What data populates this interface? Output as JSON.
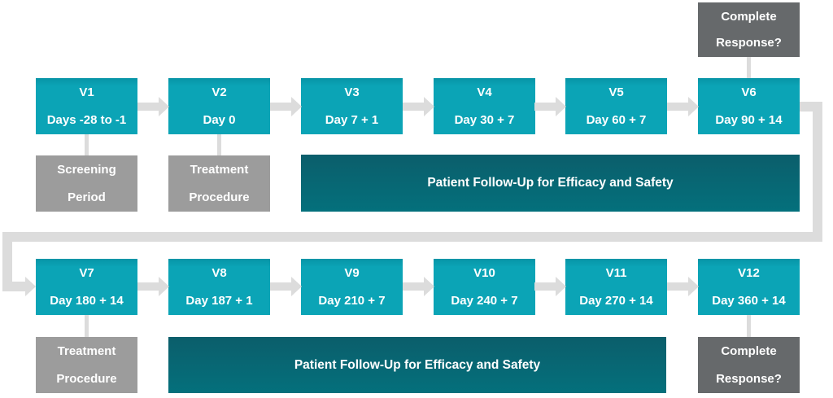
{
  "colors": {
    "teal": "#0ba4b6",
    "teal_edge": "#0794a6",
    "bar_top": "#0b5e6b",
    "bar_bottom": "#04707c",
    "gray": "#9c9c9c",
    "darkgray": "#66696b",
    "connector": "#dcdcdc",
    "text": "#ffffff"
  },
  "row1": {
    "visits": [
      {
        "id": "V1",
        "day": "Days -28 to -1"
      },
      {
        "id": "V2",
        "day": "Day 0"
      },
      {
        "id": "V3",
        "day": "Day 7 + 1"
      },
      {
        "id": "V4",
        "day": "Day 30 + 7"
      },
      {
        "id": "V5",
        "day": "Day 60 + 7"
      },
      {
        "id": "V6",
        "day": "Day 90 + 14"
      }
    ],
    "above_v6": {
      "line1": "Complete",
      "line2": "Response?"
    },
    "below_v1": {
      "line1": "Screening",
      "line2": "Period"
    },
    "below_v2": {
      "line1": "Treatment",
      "line2": "Procedure"
    },
    "followup_label": "Patient Follow-Up for Efficacy and Safety"
  },
  "row2": {
    "visits": [
      {
        "id": "V7",
        "day": "Day 180 + 14"
      },
      {
        "id": "V8",
        "day": "Day 187 + 1"
      },
      {
        "id": "V9",
        "day": "Day 210 + 7"
      },
      {
        "id": "V10",
        "day": "Day 240 + 7"
      },
      {
        "id": "V11",
        "day": "Day 270 + 14"
      },
      {
        "id": "V12",
        "day": "Day 360 + 14"
      }
    ],
    "below_v7": {
      "line1": "Treatment",
      "line2": "Procedure"
    },
    "below_v12": {
      "line1": "Complete",
      "line2": "Response?"
    },
    "followup_label": "Patient Follow-Up for Efficacy and Safety"
  }
}
